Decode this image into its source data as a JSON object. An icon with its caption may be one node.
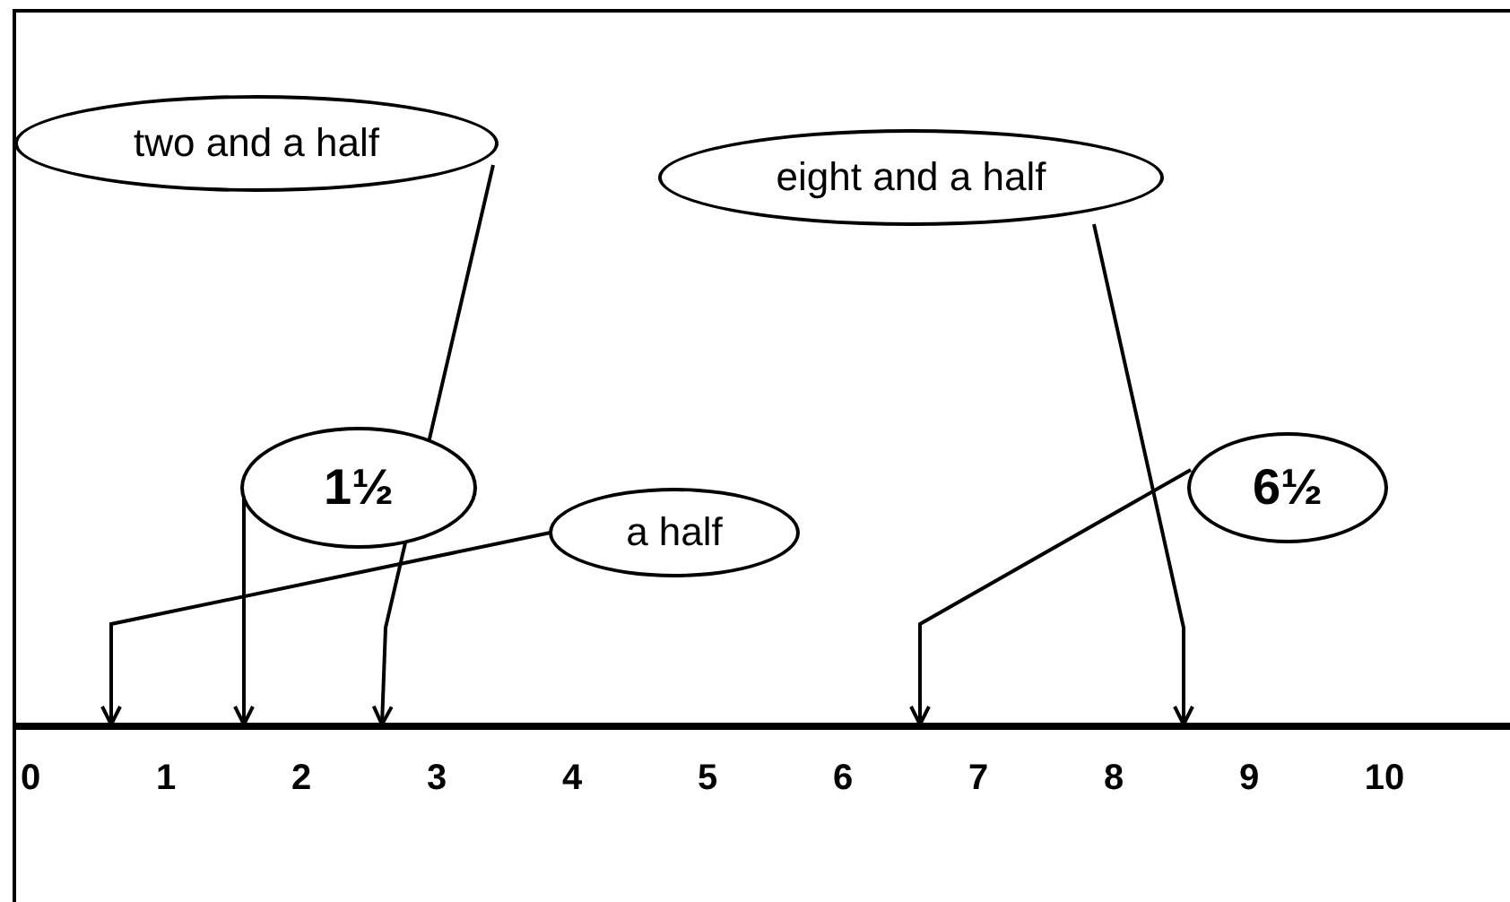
{
  "diagram": {
    "nodes": [
      {
        "text": [
          "two and a half"
        ]
      },
      {
        "text": [
          "eight and a half"
        ]
      },
      {
        "text": [
          "1½"
        ]
      },
      {
        "text": [
          "6½"
        ]
      },
      {
        "text": [
          "a half"
        ]
      }
    ],
    "edges": [
      {
        "from": 0,
        "to": null,
        "arrow": "to"
      },
      {
        "from": 1,
        "to": null,
        "arrow": "to"
      },
      {
        "from": 2,
        "to": null,
        "arrow": "to"
      },
      {
        "from": 3,
        "to": null,
        "arrow": "to"
      },
      {
        "from": 4,
        "to": null,
        "arrow": "to"
      }
    ],
    "labels": [
      "0",
      "1",
      "2",
      "3",
      "4",
      "5",
      "6",
      "7",
      "8",
      "9",
      "10"
    ]
  }
}
